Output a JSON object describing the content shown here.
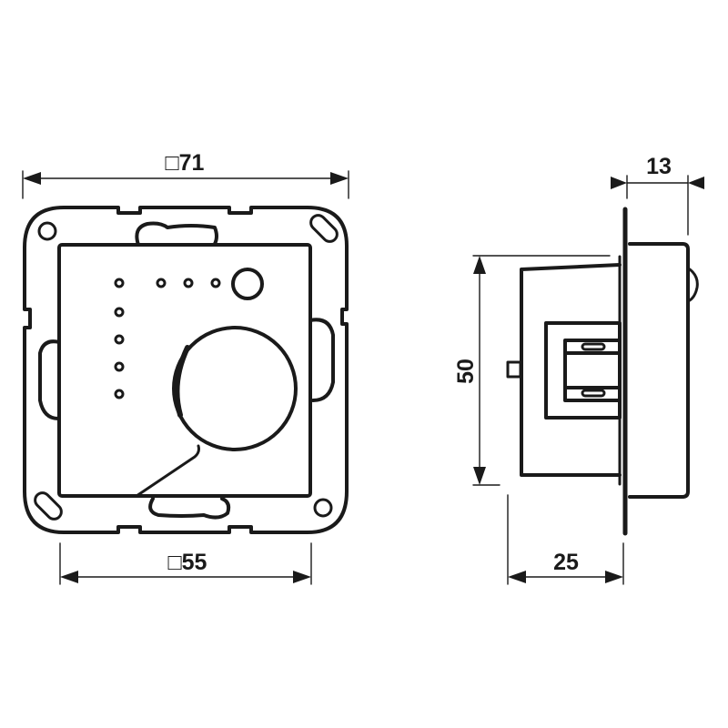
{
  "drawing": {
    "type": "technical-dimension-drawing",
    "subject": "flush-mounted room thermostat insert with frame",
    "units": "mm",
    "stroke_color": "#1a1a1a",
    "background": "#ffffff"
  },
  "front_view": {
    "frame_width_label": "□71",
    "insert_width_label": "□55",
    "frame_width_value": "71",
    "insert_width_value": "55",
    "led_count_horizontal": 3,
    "led_count_vertical": 5,
    "components": [
      "frame",
      "cover-plate",
      "status-leds",
      "push-button",
      "rotary-knob",
      "pointer-line",
      "mounting-clips",
      "screw-holes"
    ]
  },
  "side_view": {
    "height_label": "50",
    "depth_label": "25",
    "front_depth_label": "13",
    "components": [
      "mounting-plate",
      "housing-body",
      "connector-block",
      "terminal-slots",
      "side-pin",
      "front-cover",
      "cover-latch"
    ]
  }
}
